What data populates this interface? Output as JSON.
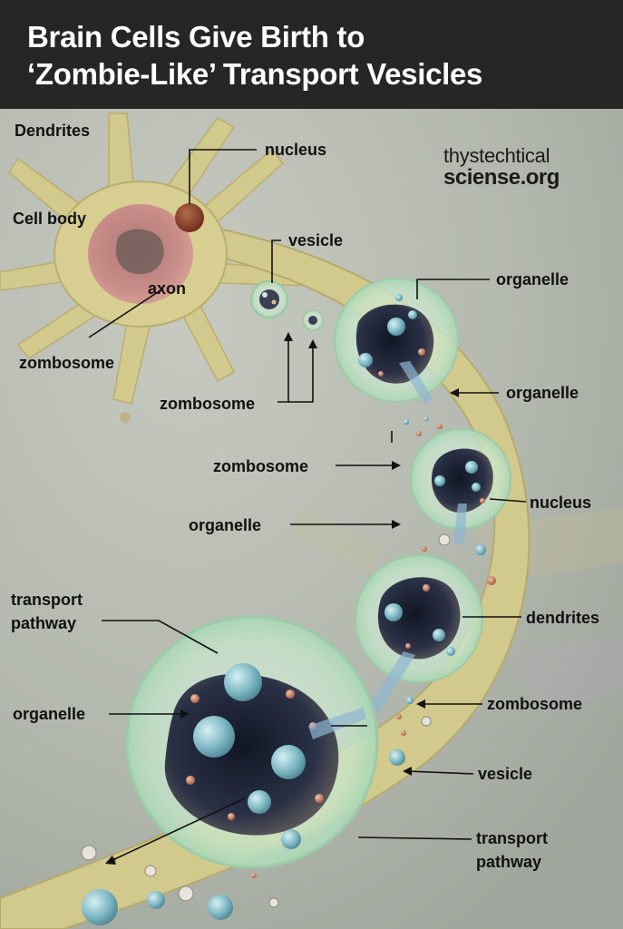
{
  "title": {
    "line1": "Brain Cells Give Birth to",
    "line2": "‘Zombie-Like’ Transport Vesicles"
  },
  "brand": {
    "line1": "thystechtical",
    "line2": "sciense.org"
  },
  "labels": {
    "dendrites_top": "Dendrites",
    "nucleus_top": "nucleus",
    "cell_body": "Cell body",
    "vesicle_top": "vesicle",
    "axon": "axon",
    "organelle_1": "organelle",
    "zombosome_left": "zombosome",
    "organelle_2": "organelle",
    "zombosome_mid": "zombosome",
    "zombosome_2": "zombosome",
    "nucleus_2": "nucleus",
    "organelle_3": "organelle",
    "transport_pathway_1a": "transport",
    "transport_pathway_1b": "pathway",
    "dendrites_2": "dendrites",
    "organelle_4": "organelle",
    "zombosome_3": "zombosome",
    "vesicle_2": "vesicle",
    "transport_pathway_2a": "transport",
    "transport_pathway_2b": "pathway"
  },
  "colors": {
    "title_bg": "#262626",
    "title_text": "#ffffff",
    "background": "#b8bcb2",
    "neuron": "#d2c98c",
    "cell_body": "#c98c88",
    "vesicle_membrane": "#bfe3c6",
    "vesicle_core": "#232b3c"
  }
}
